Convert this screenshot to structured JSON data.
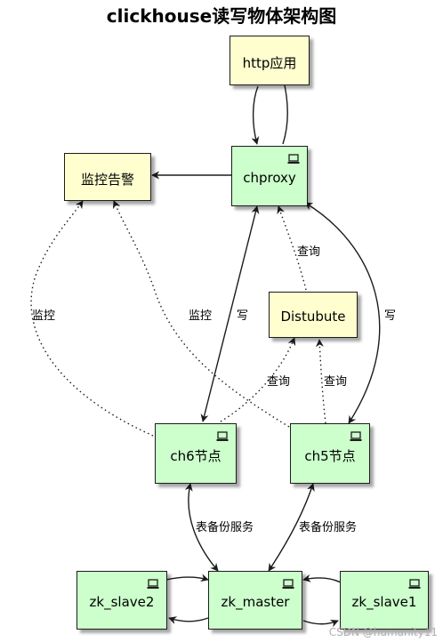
{
  "title": "clickhouse读写物体架构图",
  "nodes": {
    "http_app": "http应用",
    "monitor_alert": "监控告警",
    "chproxy": "chproxy",
    "distribute": "Distubute",
    "ch6": "ch6节点",
    "ch5": "ch5节点",
    "zk_slave2": "zk_slave2",
    "zk_master": "zk_master",
    "zk_slave1": "zk_slave1"
  },
  "edge_labels": {
    "query_chproxy": "查询",
    "monitor_ch6": "监控",
    "monitor_ch5": "监控",
    "write_ch6": "写",
    "write_ch5": "写",
    "query_ch6": "查询",
    "query_ch5": "查询",
    "table_service_ch6": "表备份服务",
    "table_service_ch5": "表备份服务"
  },
  "icons": {
    "server": "computer-icon"
  },
  "colors": {
    "node_yellow": "#fefece",
    "node_green": "#ccffcc",
    "border": "#1c1c1c"
  },
  "watermark": "CSDN @humanity11"
}
